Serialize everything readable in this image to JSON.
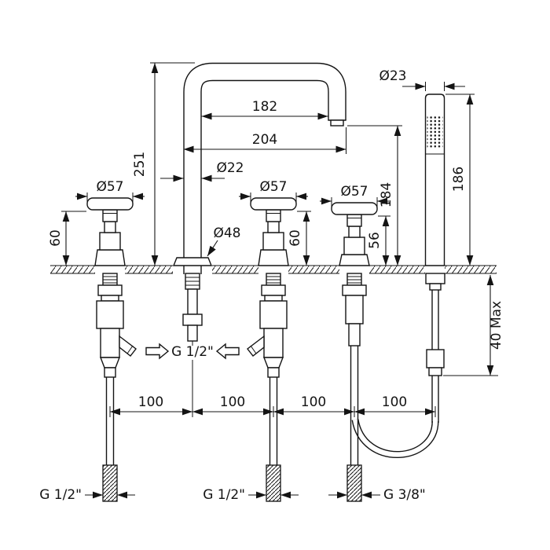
{
  "drawing": {
    "labels": {
      "spout_reach_inner": "182",
      "spout_reach_outer": "204",
      "spout_height": "251",
      "spout_tube_dia": "Ø22",
      "spout_base_dia": "Ø48",
      "handle_left_dia": "Ø57",
      "handle_mid_dia": "Ø57",
      "handle_right_dia": "Ø57",
      "handle_left_height": "60",
      "handle_mid_height": "60",
      "handle_right_height": "56",
      "handshower_dia": "Ø23",
      "spout_outlet_height": "184",
      "handshower_height": "186",
      "deck_thickness_max": "40 Max",
      "spacing_1": "100",
      "spacing_2": "100",
      "spacing_3": "100",
      "spacing_4": "100",
      "inlet_spout": "G 1/2\"",
      "inlet_left": "G 1/2\"",
      "inlet_mid": "G 1/2\"",
      "inlet_shower": "G 3/8\""
    }
  }
}
